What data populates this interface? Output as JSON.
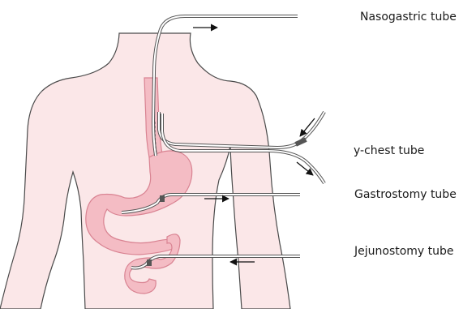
{
  "labels": {
    "nasogastric": "Nasogastric tube",
    "chest": "y-chest tube",
    "gastrostomy": "Gastrostomy tube",
    "jejunostomy": "Jejunostomy tube"
  },
  "colors": {
    "skin_fill": "#fbe7e8",
    "skin_stroke": "#4a4a4a",
    "organ_fill": "#f4bcc4",
    "organ_stroke": "#d98392",
    "tube_stroke": "#555555",
    "arrow": "#111111"
  }
}
